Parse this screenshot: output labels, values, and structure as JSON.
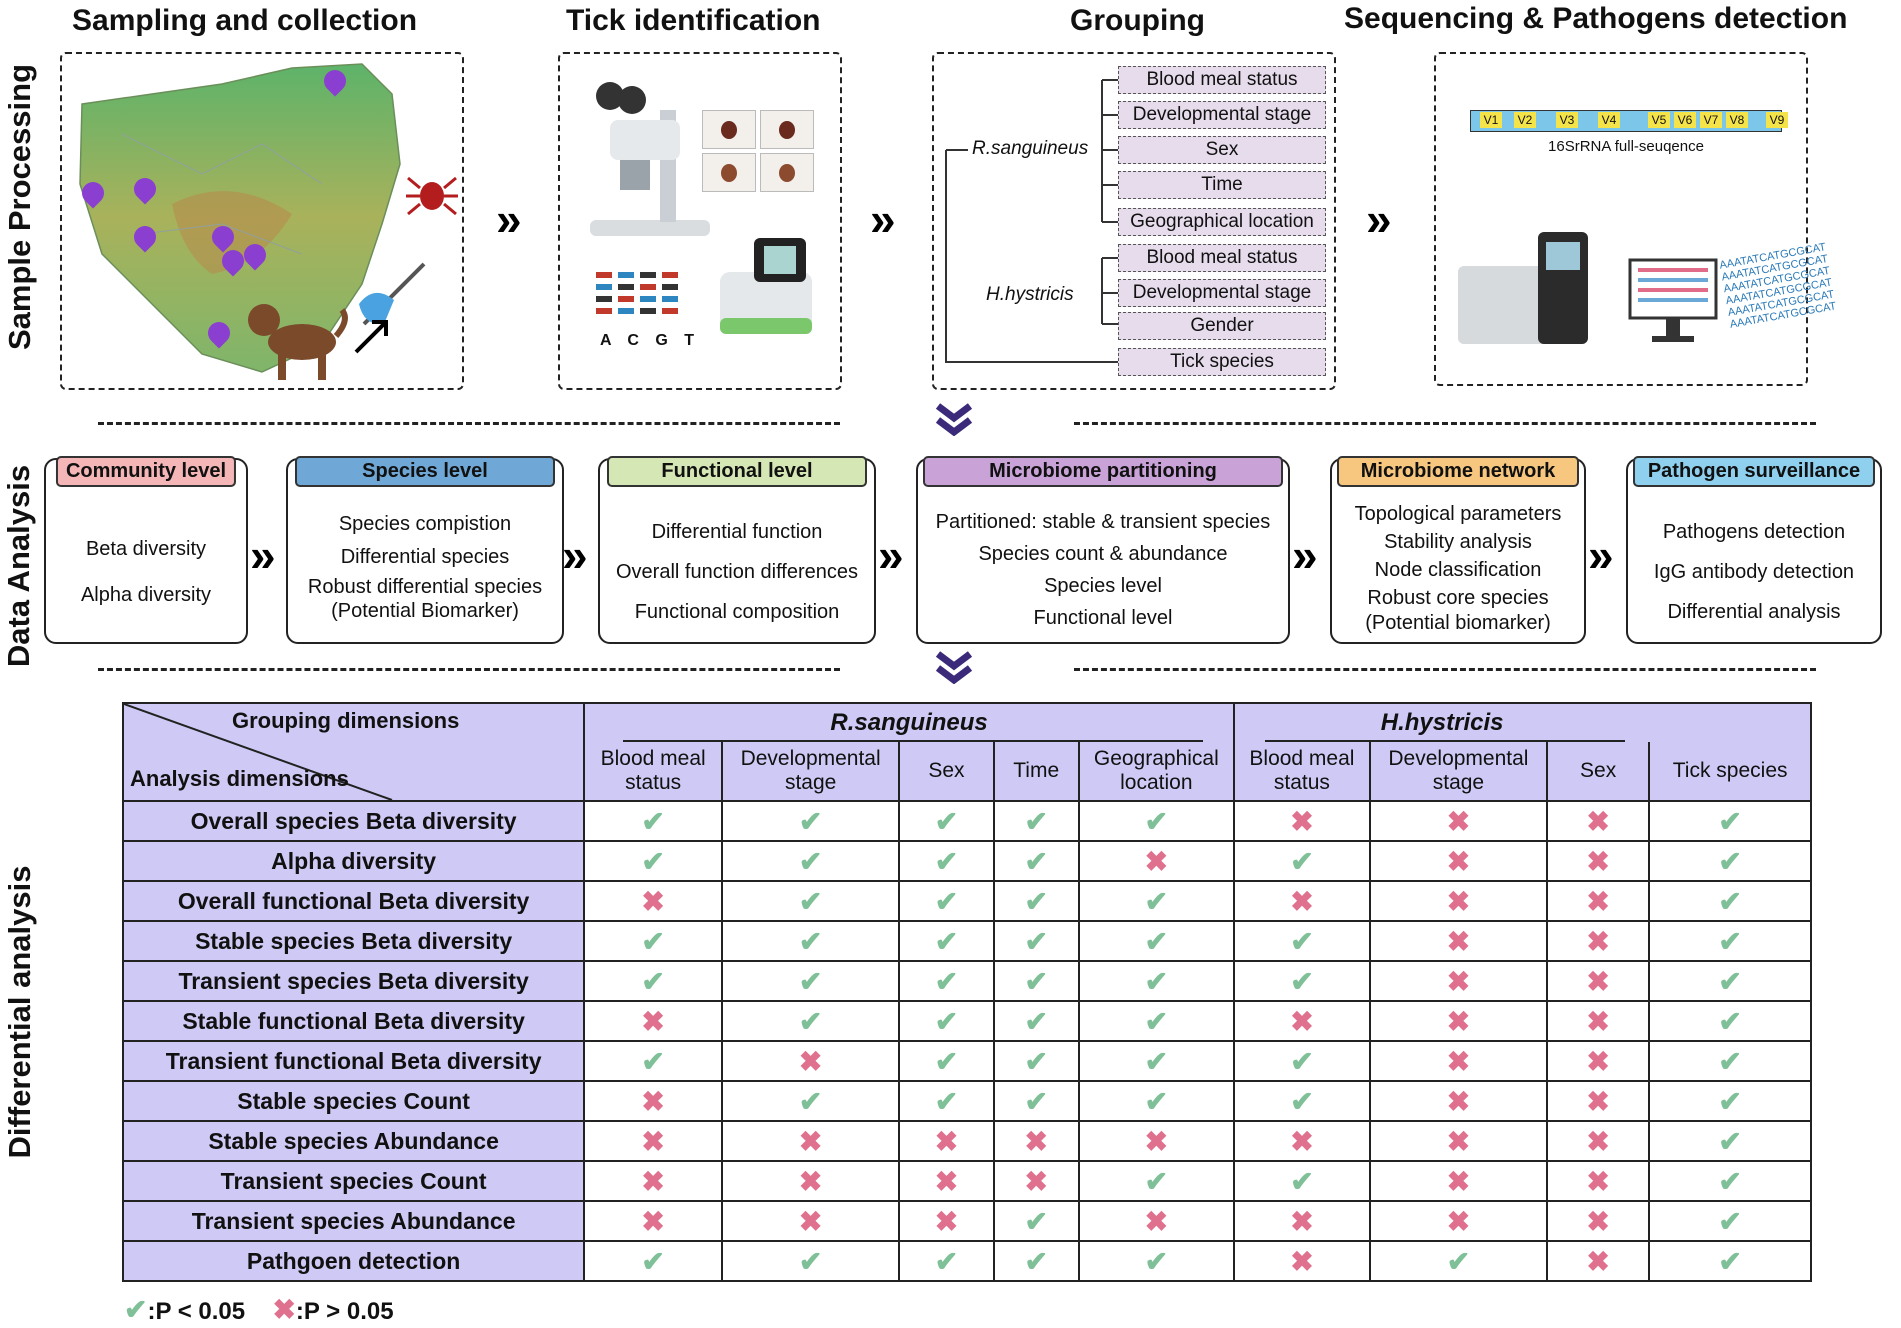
{
  "side_labels": {
    "sample_processing": "Sample Processing",
    "data_analysis": "Data Analysis",
    "differential_analysis": "Differential analysis"
  },
  "stages": {
    "sampling": "Sampling and collection",
    "tick_id": "Tick identification",
    "grouping": "Grouping",
    "sequencing": "Sequencing & Pathogens detection"
  },
  "tick_id": {
    "bases": "A C G T"
  },
  "grouping": {
    "r_species": "R.sanguineus",
    "h_species": "H.hystricis",
    "r_items": [
      "Blood meal status",
      "Developmental stage",
      "Sex",
      "Time",
      "Geographical location"
    ],
    "h_items": [
      "Blood meal status",
      "Developmental stage",
      "Gender"
    ],
    "shared_item": "Tick species"
  },
  "sequencing": {
    "regions": [
      "V1",
      "V2",
      "V3",
      "V4",
      "V5",
      "V6",
      "V7",
      "V8",
      "V9"
    ],
    "label": "16SrRNA full-seuqence",
    "seq_text": "AAATATCATGCGCAT"
  },
  "data_analysis": [
    {
      "title": "Community level",
      "color": "#f4b6b7",
      "items": [
        "Beta diversity",
        "Alpha diversity"
      ]
    },
    {
      "title": "Species level",
      "color": "#6fa7d6",
      "items": [
        "Species compistion",
        "Differential species",
        "Robust differential species",
        "(Potential Biomarker)"
      ]
    },
    {
      "title": "Functional level",
      "color": "#d6e7b6",
      "items": [
        "Differential function",
        "Overall function differences",
        "Functional composition"
      ]
    },
    {
      "title": "Microbiome partitioning",
      "color": "#c9a3d7",
      "items": [
        "Partitioned: stable & transient species",
        "Species count & abundance",
        "Species level",
        "Functional level"
      ]
    },
    {
      "title": "Microbiome network",
      "color": "#f8c77f",
      "items": [
        "Topological parameters",
        "Stability analysis",
        "Node classification",
        "Robust core species",
        "(Potential biomarker)"
      ]
    },
    {
      "title": "Pathogen surveillance",
      "color": "#8fd0ef",
      "items": [
        "Pathogens detection",
        "IgG antibody detection",
        "Differential analysis"
      ]
    }
  ],
  "table": {
    "corner_top": "Grouping dimensions",
    "corner_bottom": "Analysis dimensions",
    "group_r": "R.sanguineus",
    "group_h": "H.hystricis",
    "columns": [
      [
        "Blood meal",
        "status"
      ],
      [
        "Developmental",
        "stage"
      ],
      [
        "Sex",
        ""
      ],
      [
        "Time",
        ""
      ],
      [
        "Geographical",
        "location"
      ],
      [
        "Blood meal",
        "status"
      ],
      [
        "Developmental",
        "stage"
      ],
      [
        "Sex",
        ""
      ],
      [
        "Tick species",
        ""
      ]
    ],
    "rows": [
      {
        "label": "Overall species Beta diversity",
        "values": [
          1,
          1,
          1,
          1,
          1,
          0,
          0,
          0,
          1
        ]
      },
      {
        "label": "Alpha diversity",
        "values": [
          1,
          1,
          1,
          1,
          0,
          1,
          0,
          0,
          1
        ]
      },
      {
        "label": "Overall functional Beta diversity",
        "values": [
          0,
          1,
          1,
          1,
          1,
          0,
          0,
          0,
          1
        ]
      },
      {
        "label": "Stable species Beta diversity",
        "values": [
          1,
          1,
          1,
          1,
          1,
          1,
          0,
          0,
          1
        ]
      },
      {
        "label": "Transient species Beta diversity",
        "values": [
          1,
          1,
          1,
          1,
          1,
          1,
          0,
          0,
          1
        ]
      },
      {
        "label": "Stable functional Beta diversity",
        "values": [
          0,
          1,
          1,
          1,
          1,
          0,
          0,
          0,
          1
        ]
      },
      {
        "label": "Transient functional Beta diversity",
        "values": [
          1,
          0,
          1,
          1,
          1,
          1,
          0,
          0,
          1
        ]
      },
      {
        "label": "Stable species Count",
        "values": [
          0,
          1,
          1,
          1,
          1,
          1,
          0,
          0,
          1
        ]
      },
      {
        "label": "Stable species Abundance",
        "values": [
          0,
          0,
          0,
          0,
          0,
          0,
          0,
          0,
          1
        ]
      },
      {
        "label": "Transient species Count",
        "values": [
          0,
          0,
          0,
          0,
          1,
          1,
          0,
          0,
          1
        ]
      },
      {
        "label": "Transient species Abundance",
        "values": [
          0,
          0,
          0,
          1,
          0,
          0,
          0,
          0,
          1
        ]
      },
      {
        "label": "Pathgoen detection",
        "values": [
          1,
          1,
          1,
          1,
          1,
          0,
          1,
          0,
          1
        ]
      }
    ]
  },
  "legend": {
    "sig_text": ":P < 0.05",
    "nonsig_text": ":P > 0.05",
    "sig_color": "#7fc098",
    "nonsig_color": "#e0718e"
  },
  "glyphs": {
    "check": "✔",
    "cross": "✖",
    "chevron": "»"
  }
}
